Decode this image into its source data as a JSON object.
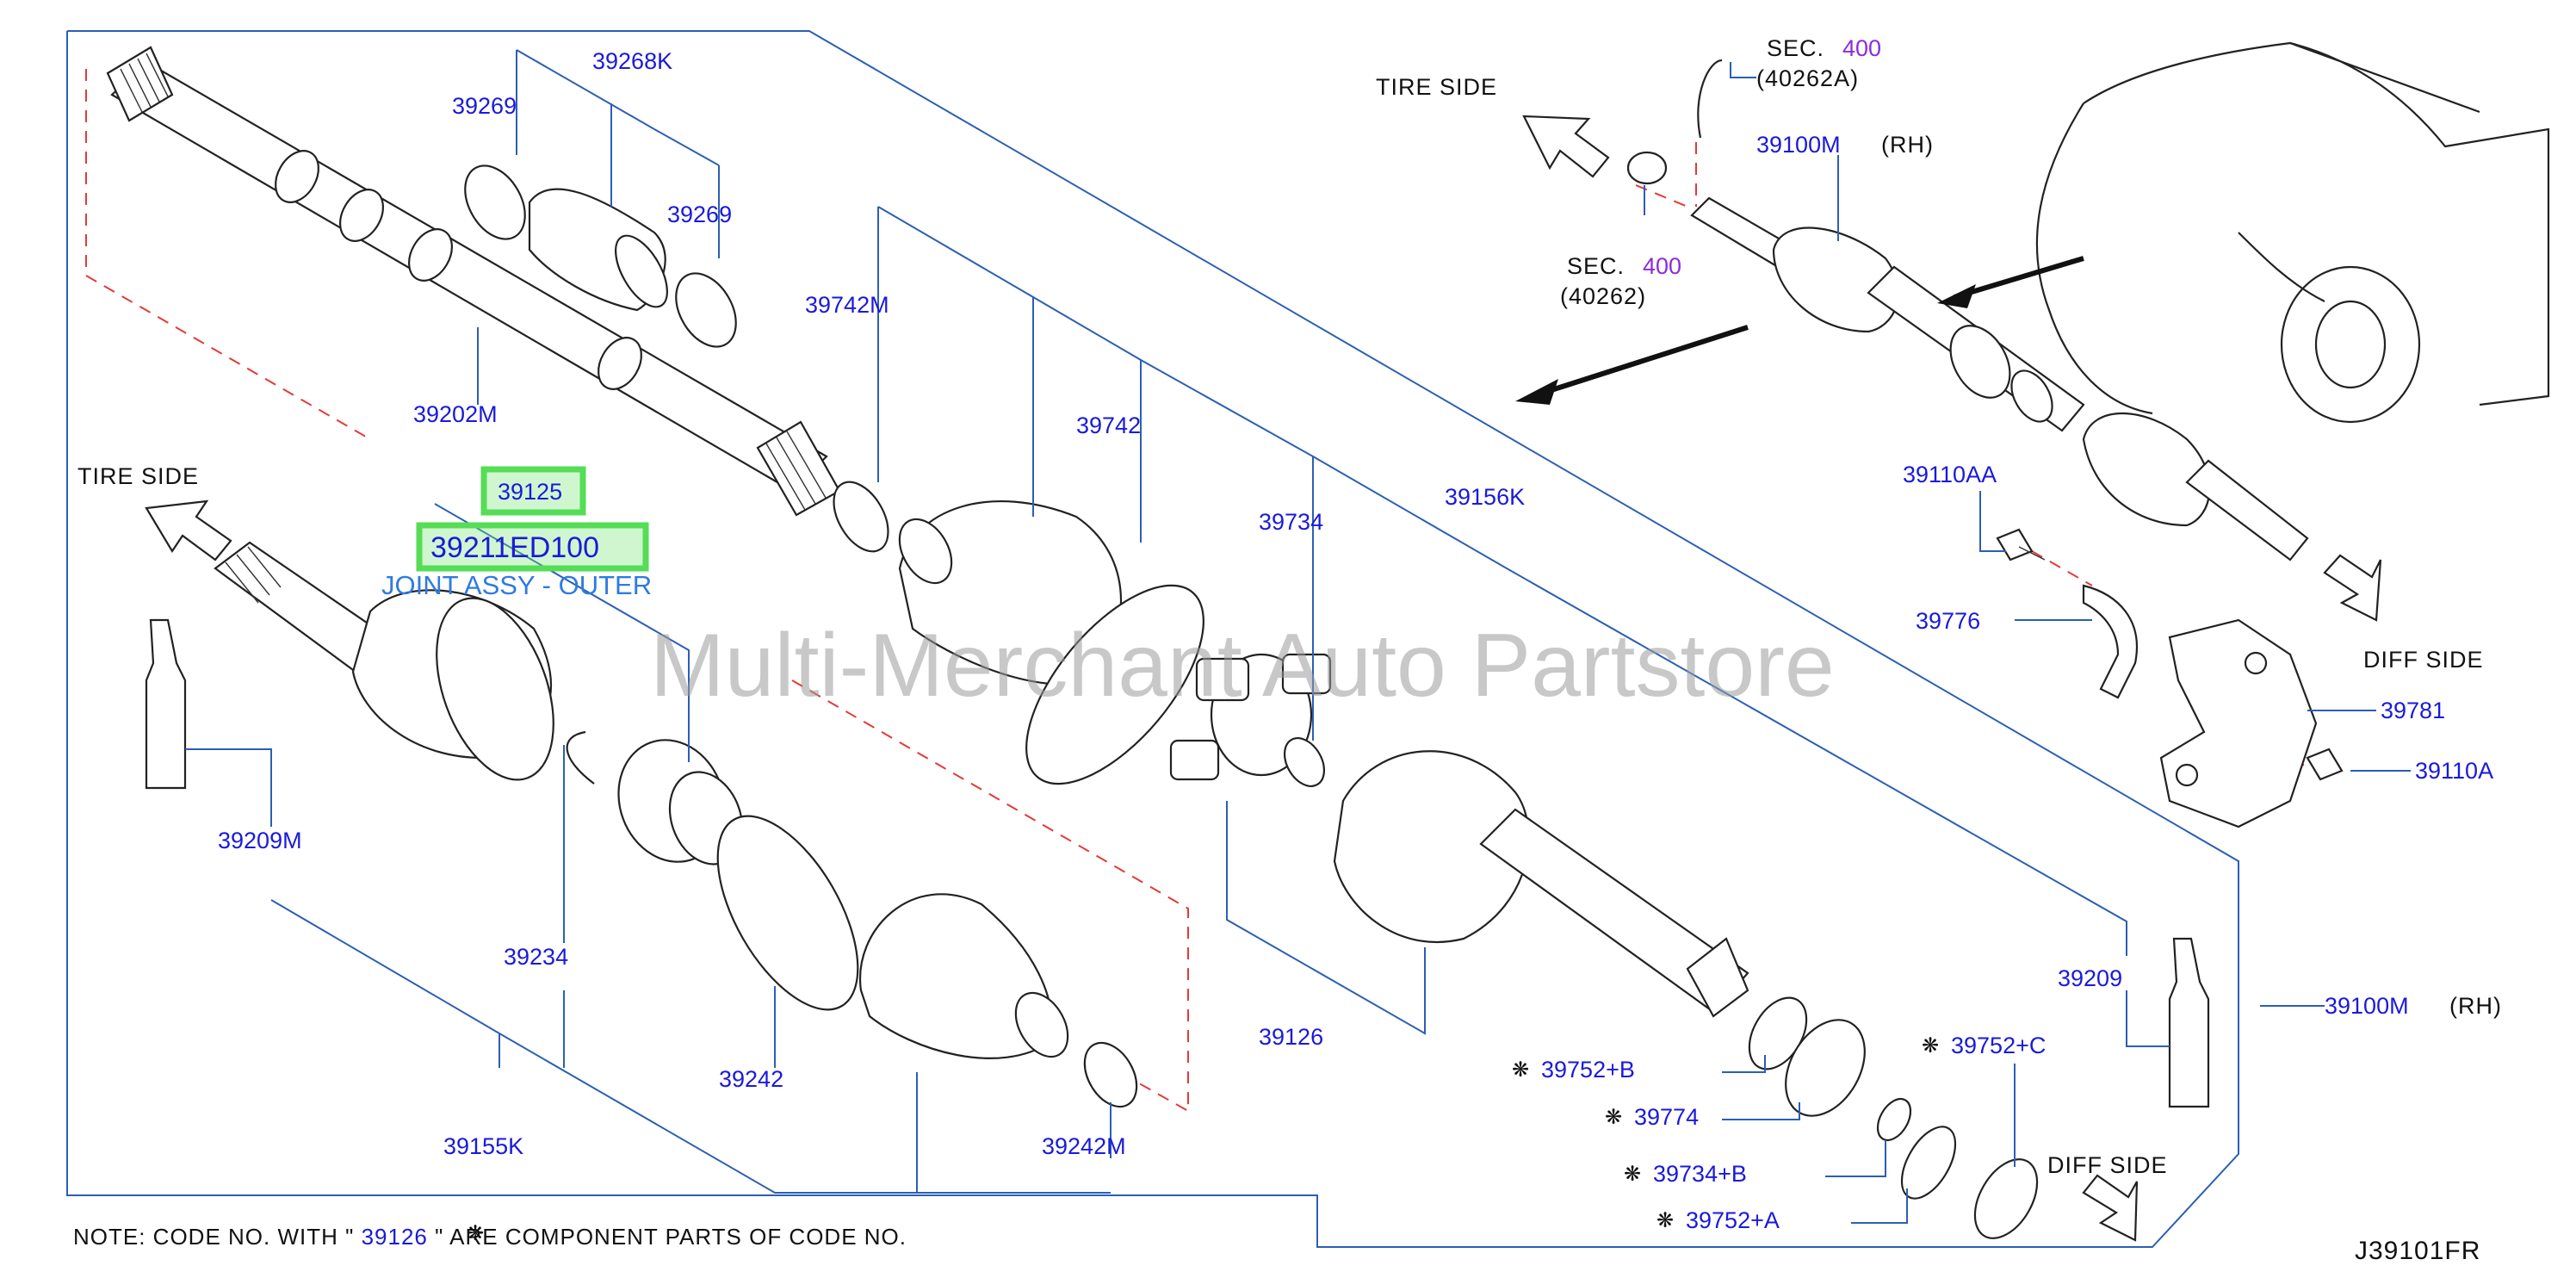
{
  "watermark": "Multi-Merchant Auto Partstore",
  "diagram_code": "J39101FR",
  "note": {
    "prefix": "NOTE:  CODE  NO.  WITH  \"",
    "code": "39126",
    "suffix": "\"  ARE  COMPONENT  PARTS  OF  CODE  NO."
  },
  "side_labels": {
    "tire_left": "TIRE   SIDE",
    "tire_inset": "TIRE   SIDE",
    "diff_right": "DIFF   SIDE",
    "diff_bottom": "DIFF   SIDE"
  },
  "highlight": {
    "part_a": "39125",
    "part_b": "39211ED100",
    "description": "JOINT ASSY - OUTER"
  },
  "section_refs": [
    {
      "prefix": "SEC.",
      "number": "400",
      "code": "(40262A)"
    },
    {
      "prefix": "SEC.",
      "number": "400",
      "code": "(40262)"
    }
  ],
  "rh": "(RH)",
  "parts": {
    "p39268K": "39268K",
    "p39269a": "39269",
    "p39269b": "39269",
    "p39202M": "39202M",
    "p39742M": "39742M",
    "p39742": "39742",
    "p39734": "39734",
    "p39156K": "39156K",
    "p39209M": "39209M",
    "p39234": "39234",
    "p39155K": "39155K",
    "p39242": "39242",
    "p39242M": "39242M",
    "p39126": "39126",
    "p39209": "39209",
    "p39100M_bottom": "39100M",
    "p39100M_top": "39100M",
    "p39110AA": "39110AA",
    "p39776": "39776",
    "p39781": "39781",
    "p39110A": "39110A"
  },
  "starred_parts": [
    {
      "code": "39752+B"
    },
    {
      "code": "39774"
    },
    {
      "code": "39734+B"
    },
    {
      "code": "39752+A"
    },
    {
      "code": "39752+C"
    }
  ]
}
